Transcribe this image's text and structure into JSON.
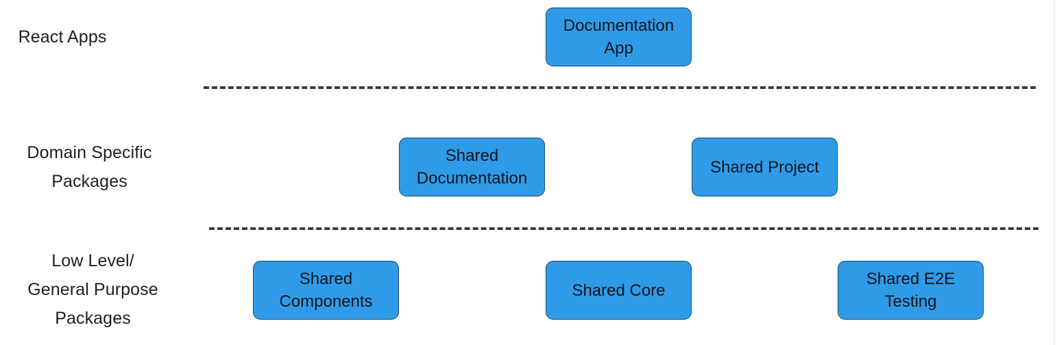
{
  "diagram": {
    "type": "layered-block-diagram",
    "background_color": "#ffffff",
    "node_fill_color": "#2f9be8",
    "node_border_color": "#1b4a66",
    "node_text_color": "#101418",
    "label_text_color": "#1f1f1f",
    "divider_color": "#3b3b3b",
    "tiers": [
      {
        "id": "react-apps",
        "label": "React Apps",
        "nodes": [
          {
            "id": "documentation-app",
            "label": "Documentation\nApp"
          }
        ]
      },
      {
        "id": "domain-specific-packages",
        "label": "Domain Specific\nPackages",
        "nodes": [
          {
            "id": "shared-documentation",
            "label": "Shared\nDocumentation"
          },
          {
            "id": "shared-project",
            "label": "Shared Project"
          }
        ]
      },
      {
        "id": "low-level-general-purpose-packages",
        "label": "Low Level/\nGeneral Purpose\nPackages",
        "nodes": [
          {
            "id": "shared-components",
            "label": "Shared\nComponents"
          },
          {
            "id": "shared-core",
            "label": "Shared Core"
          },
          {
            "id": "shared-e2e-testing",
            "label": "Shared E2E\nTesting"
          }
        ]
      }
    ],
    "dividers": [
      {
        "id": "divider-apps-domain"
      },
      {
        "id": "divider-domain-lowlevel"
      }
    ]
  }
}
